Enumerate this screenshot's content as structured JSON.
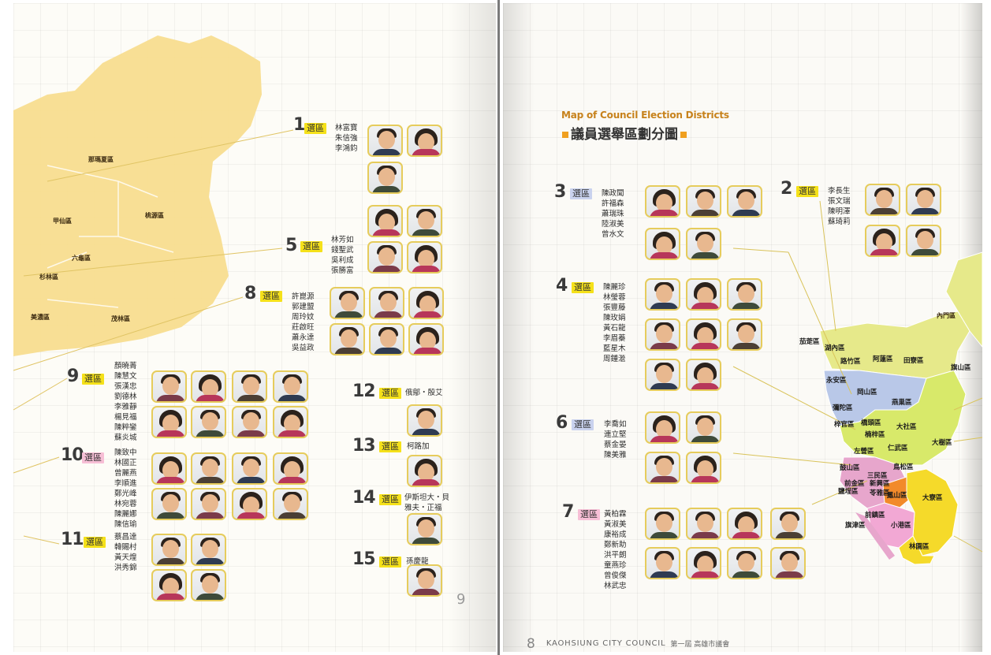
{
  "title": {
    "english": "Map of Council Election Districts",
    "chinese": "議員選舉區劃分圖"
  },
  "footer": {
    "english": "KAOHSIUNG CITY COUNCIL",
    "chinese": "第一屆 高雄市議會"
  },
  "page_numbers": {
    "left": "9",
    "right": "8"
  },
  "district_suffix": "選區",
  "colors": {
    "north_region": "#f8dd8f",
    "tag_yellow": "#f5e11a",
    "tag_blue": "#c9d2ee",
    "tag_pink": "#f7bfd6",
    "frame": "#e6cc5c"
  },
  "districts": [
    {
      "id": "d1",
      "number": "1",
      "tag_color": "yellow",
      "members": [
        "林富寶",
        "朱信強",
        "李鴻鈞"
      ],
      "photos": 3
    },
    {
      "id": "d5",
      "number": "5",
      "tag_color": "yellow",
      "members": [
        "林芳如",
        "錢聖武",
        "吳利成",
        "張勝富"
      ],
      "photos": 4
    },
    {
      "id": "d8",
      "number": "8",
      "tag_color": "yellow",
      "members": [
        "許崑源",
        "郭建盟",
        "周玲妏",
        "莊啟旺",
        "蕭永達",
        "吳益政"
      ],
      "photos": 6
    },
    {
      "id": "d9",
      "number": "9",
      "tag_color": "yellow",
      "members": [
        "顏曉菁",
        "陳慧文",
        "張漢忠",
        "劉德林",
        "李雅靜",
        "楊見福",
        "陳粹鑾",
        "蘇炎城"
      ],
      "photos": 8
    },
    {
      "id": "d10",
      "number": "10",
      "tag_color": "pink",
      "members": [
        "陳致中",
        "林國正",
        "曾麗燕",
        "李順進",
        "鄭光峰",
        "林宛蓉",
        "陳麗娜",
        "陳信瑜"
      ],
      "photos": 8
    },
    {
      "id": "d11",
      "number": "11",
      "tag_color": "yellow",
      "members": [
        "蔡昌達",
        "韓賜村",
        "黃天煌",
        "洪秀錦"
      ],
      "photos": 4
    },
    {
      "id": "d12",
      "number": "12",
      "tag_color": "yellow",
      "members": [
        "俄鄔・殷艾"
      ],
      "photos": 1
    },
    {
      "id": "d13",
      "number": "13",
      "tag_color": "yellow",
      "members": [
        "柯路加"
      ],
      "photos": 1
    },
    {
      "id": "d14",
      "number": "14",
      "tag_color": "yellow",
      "members": [
        "伊斯坦大・貝",
        "雅夫・正福"
      ],
      "photos": 1
    },
    {
      "id": "d15",
      "number": "15",
      "tag_color": "yellow",
      "members": [
        "孫慶龍"
      ],
      "photos": 1
    },
    {
      "id": "d3",
      "number": "3",
      "tag_color": "blue",
      "members": [
        "陳政聞",
        "許福森",
        "蕭瑞珠",
        "陸淑美",
        "曾水文"
      ],
      "photos": 5
    },
    {
      "id": "d2",
      "number": "2",
      "tag_color": "yellow",
      "members": [
        "李長生",
        "張文瑞",
        "陳明澤",
        "蘇琦莉"
      ],
      "photos": 4
    },
    {
      "id": "d4",
      "number": "4",
      "tag_color": "yellow",
      "members": [
        "陳麗珍",
        "林瑩蓉",
        "張豐藤",
        "陳玫娟",
        "黃石龍",
        "李眉蓁",
        "藍星木",
        "周鍾㴴"
      ],
      "photos": 8
    },
    {
      "id": "d6",
      "number": "6",
      "tag_color": "blue",
      "members": [
        "李喬如",
        "連立堅",
        "蔡金晏",
        "陳美雅"
      ],
      "photos": 4
    },
    {
      "id": "d7",
      "number": "7",
      "tag_color": "pink",
      "members": [
        "黃柏霖",
        "黃淑美",
        "康裕成",
        "鄭新助",
        "洪平朗",
        "童燕珍",
        "曾俊傑",
        "林武忠"
      ],
      "photos": 8
    }
  ],
  "county_districts": [
    "那瑪夏區",
    "桃源區",
    "甲仙區",
    "六龜區",
    "杉林區",
    "美濃區",
    "茂林區",
    "內門區"
  ],
  "city_districts": [
    "茄萣區",
    "湖內區",
    "路竹區",
    "阿蓮區",
    "田寮區",
    "旗山區",
    "永安區",
    "岡山區",
    "燕巢區",
    "彌陀區",
    "梓官區",
    "橋頭區",
    "楠梓區",
    "大社區",
    "大樹區",
    "左營區",
    "仁武區",
    "鼓山區",
    "三民區",
    "鳥松區",
    "鹽埕區",
    "前金區",
    "新興區",
    "苓雅區",
    "鳳山區",
    "大寮區",
    "旗津區",
    "前鎮區",
    "小港區",
    "林園區"
  ]
}
